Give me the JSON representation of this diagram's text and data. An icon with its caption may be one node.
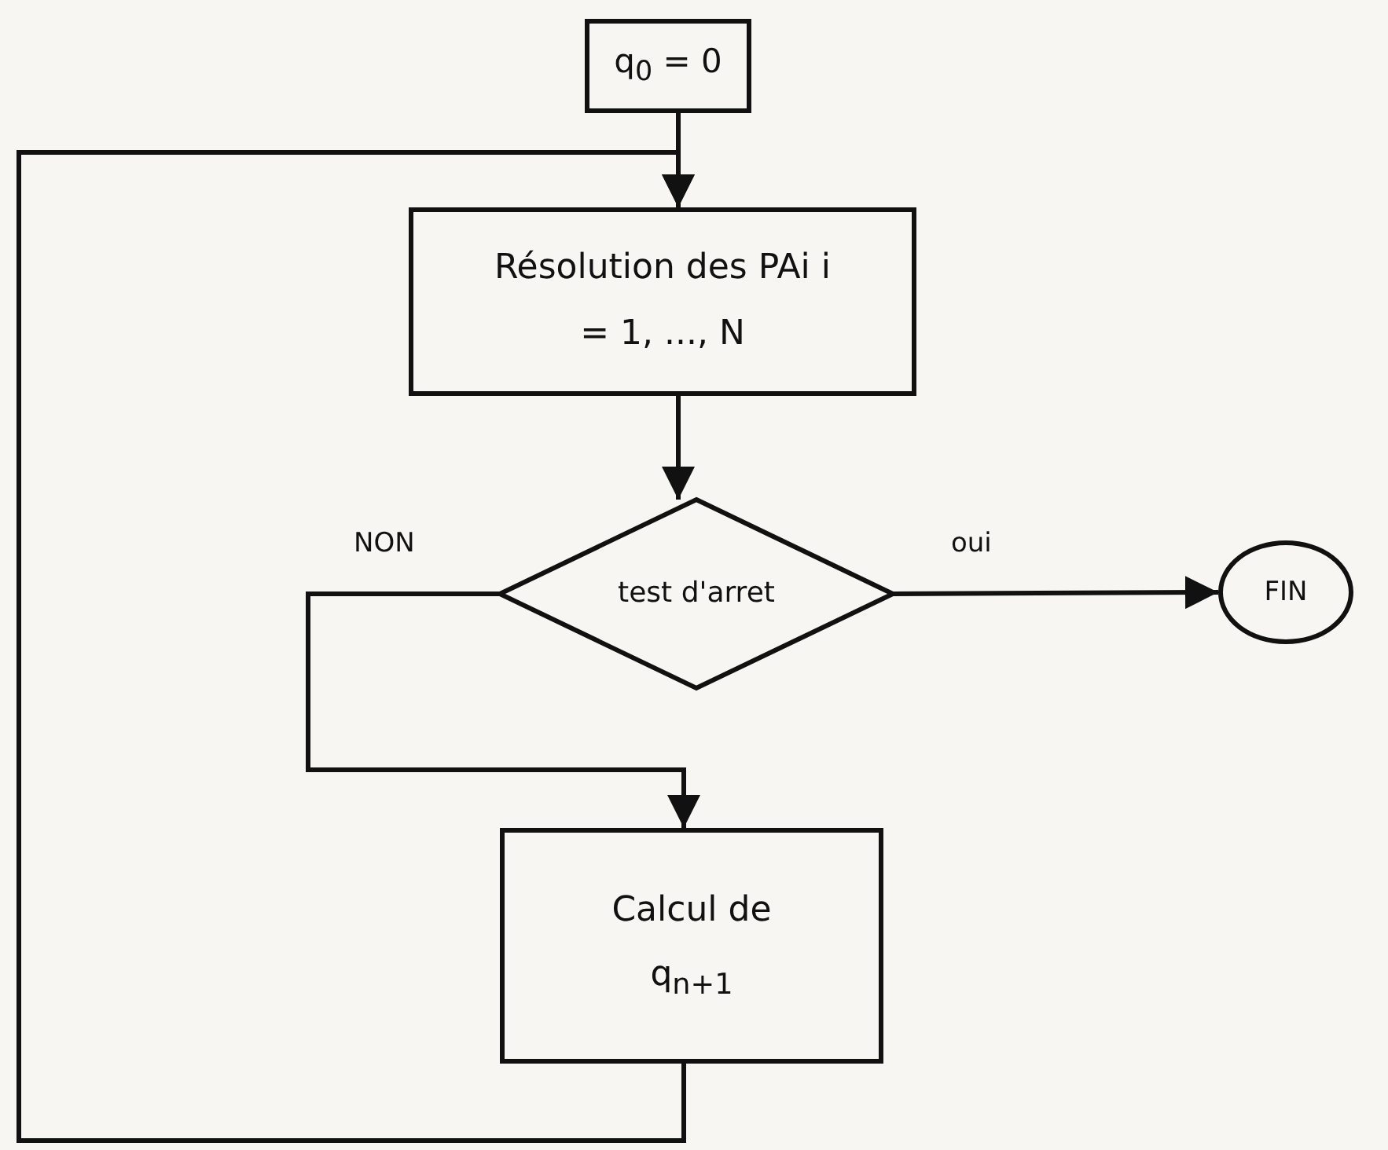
{
  "diagram": {
    "nodes": [
      {
        "text": [
          "q$_{0}$ = 0"
        ]
      },
      {
        "text": [
          "Résolution des PAi i = 1, ..., N"
        ]
      },
      {
        "text": [
          "test d'arret"
        ]
      },
      {
        "text": [
          "FIN"
        ]
      },
      {
        "text": [
          "Calcul de q$_{n+1}$"
        ]
      }
    ],
    "edges": [
      {
        "from": 0,
        "to": 1,
        "arrow": "to"
      },
      {
        "from": 1,
        "to": 2,
        "arrow": "to"
      },
      {
        "from": 2,
        "to": 3,
        "arrow": "to",
        "label": "oui"
      },
      {
        "from": 2,
        "to": 4,
        "arrow": "to",
        "label": "NON"
      },
      {
        "from": 4,
        "to": 1,
        "arrow": "to"
      }
    ]
  }
}
